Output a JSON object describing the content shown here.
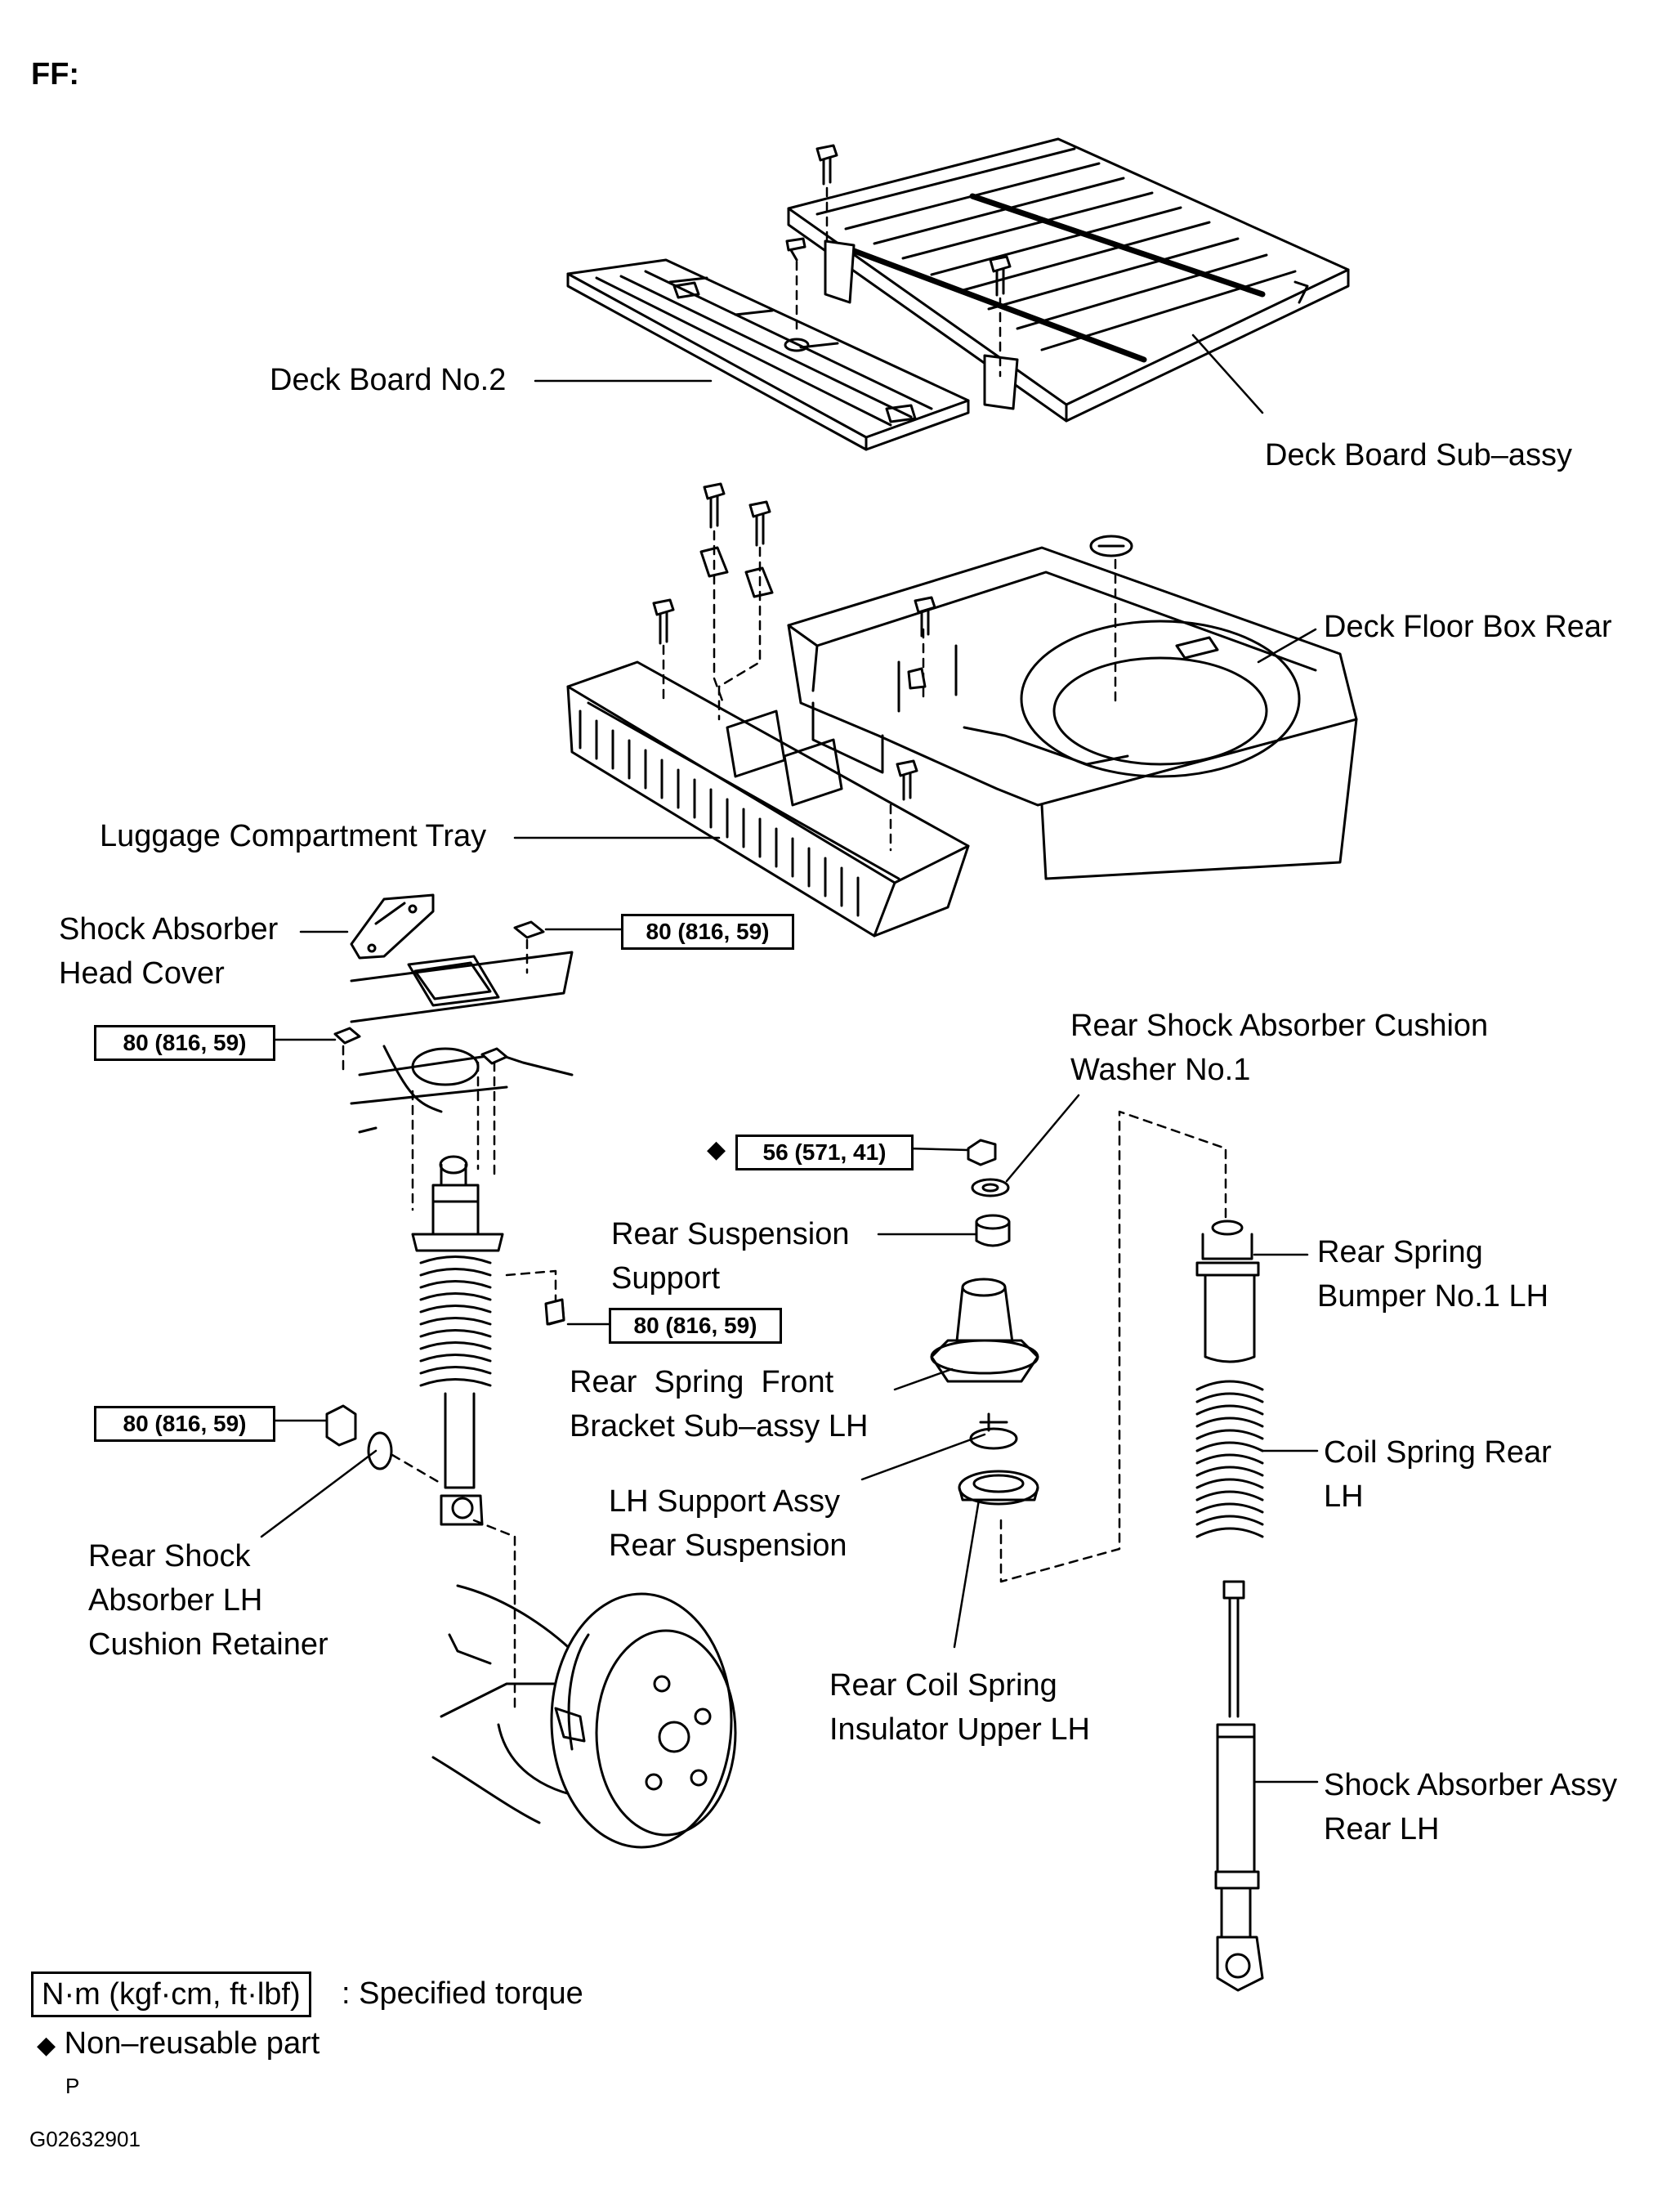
{
  "header": "FF:",
  "labels": {
    "deck_board_no2": "Deck Board No.2",
    "deck_board_sub_assy": "Deck Board Sub–assy",
    "deck_floor_box_rear": "Deck Floor Box Rear",
    "luggage_compartment_tray": "Luggage Compartment Tray",
    "shock_absorber_head_cover": [
      "Shock Absorber",
      "Head Cover"
    ],
    "rear_shock_absorber_cushion_washer": [
      "Rear Shock Absorber Cushion",
      "Washer No.1"
    ],
    "rear_suspension_support": [
      "Rear Suspension",
      "Support"
    ],
    "rear_spring_front_bracket": [
      "Rear  Spring  Front",
      "Bracket Sub–assy LH"
    ],
    "lh_support_assy": [
      "LH Support Assy",
      "Rear Suspension"
    ],
    "rear_shock_absorber_lh_cushion_retainer": [
      "Rear Shock",
      "Absorber LH",
      "Cushion Retainer"
    ],
    "rear_coil_spring_insulator": [
      "Rear Coil Spring",
      "Insulator Upper LH"
    ],
    "rear_spring_bumper": [
      "Rear Spring",
      "Bumper No.1 LH"
    ],
    "coil_spring_rear": [
      "Coil Spring Rear",
      "LH"
    ],
    "shock_absorber_assy_rear": [
      "Shock Absorber Assy",
      "Rear LH"
    ]
  },
  "torques": {
    "t1": "80 (816, 59)",
    "t2": "80 (816, 59)",
    "t3": "56 (571, 41)",
    "t4": "80 (816, 59)",
    "t5": "80 (816, 59)"
  },
  "legend": {
    "torque_units": "N·m (kgf·cm, ft·lbf)",
    "torque_desc": ": Specified torque",
    "non_reusable_symbol": "◆",
    "non_reusable_desc": "Non–reusable part"
  },
  "footer": {
    "p": "P",
    "code": "G02632901"
  }
}
